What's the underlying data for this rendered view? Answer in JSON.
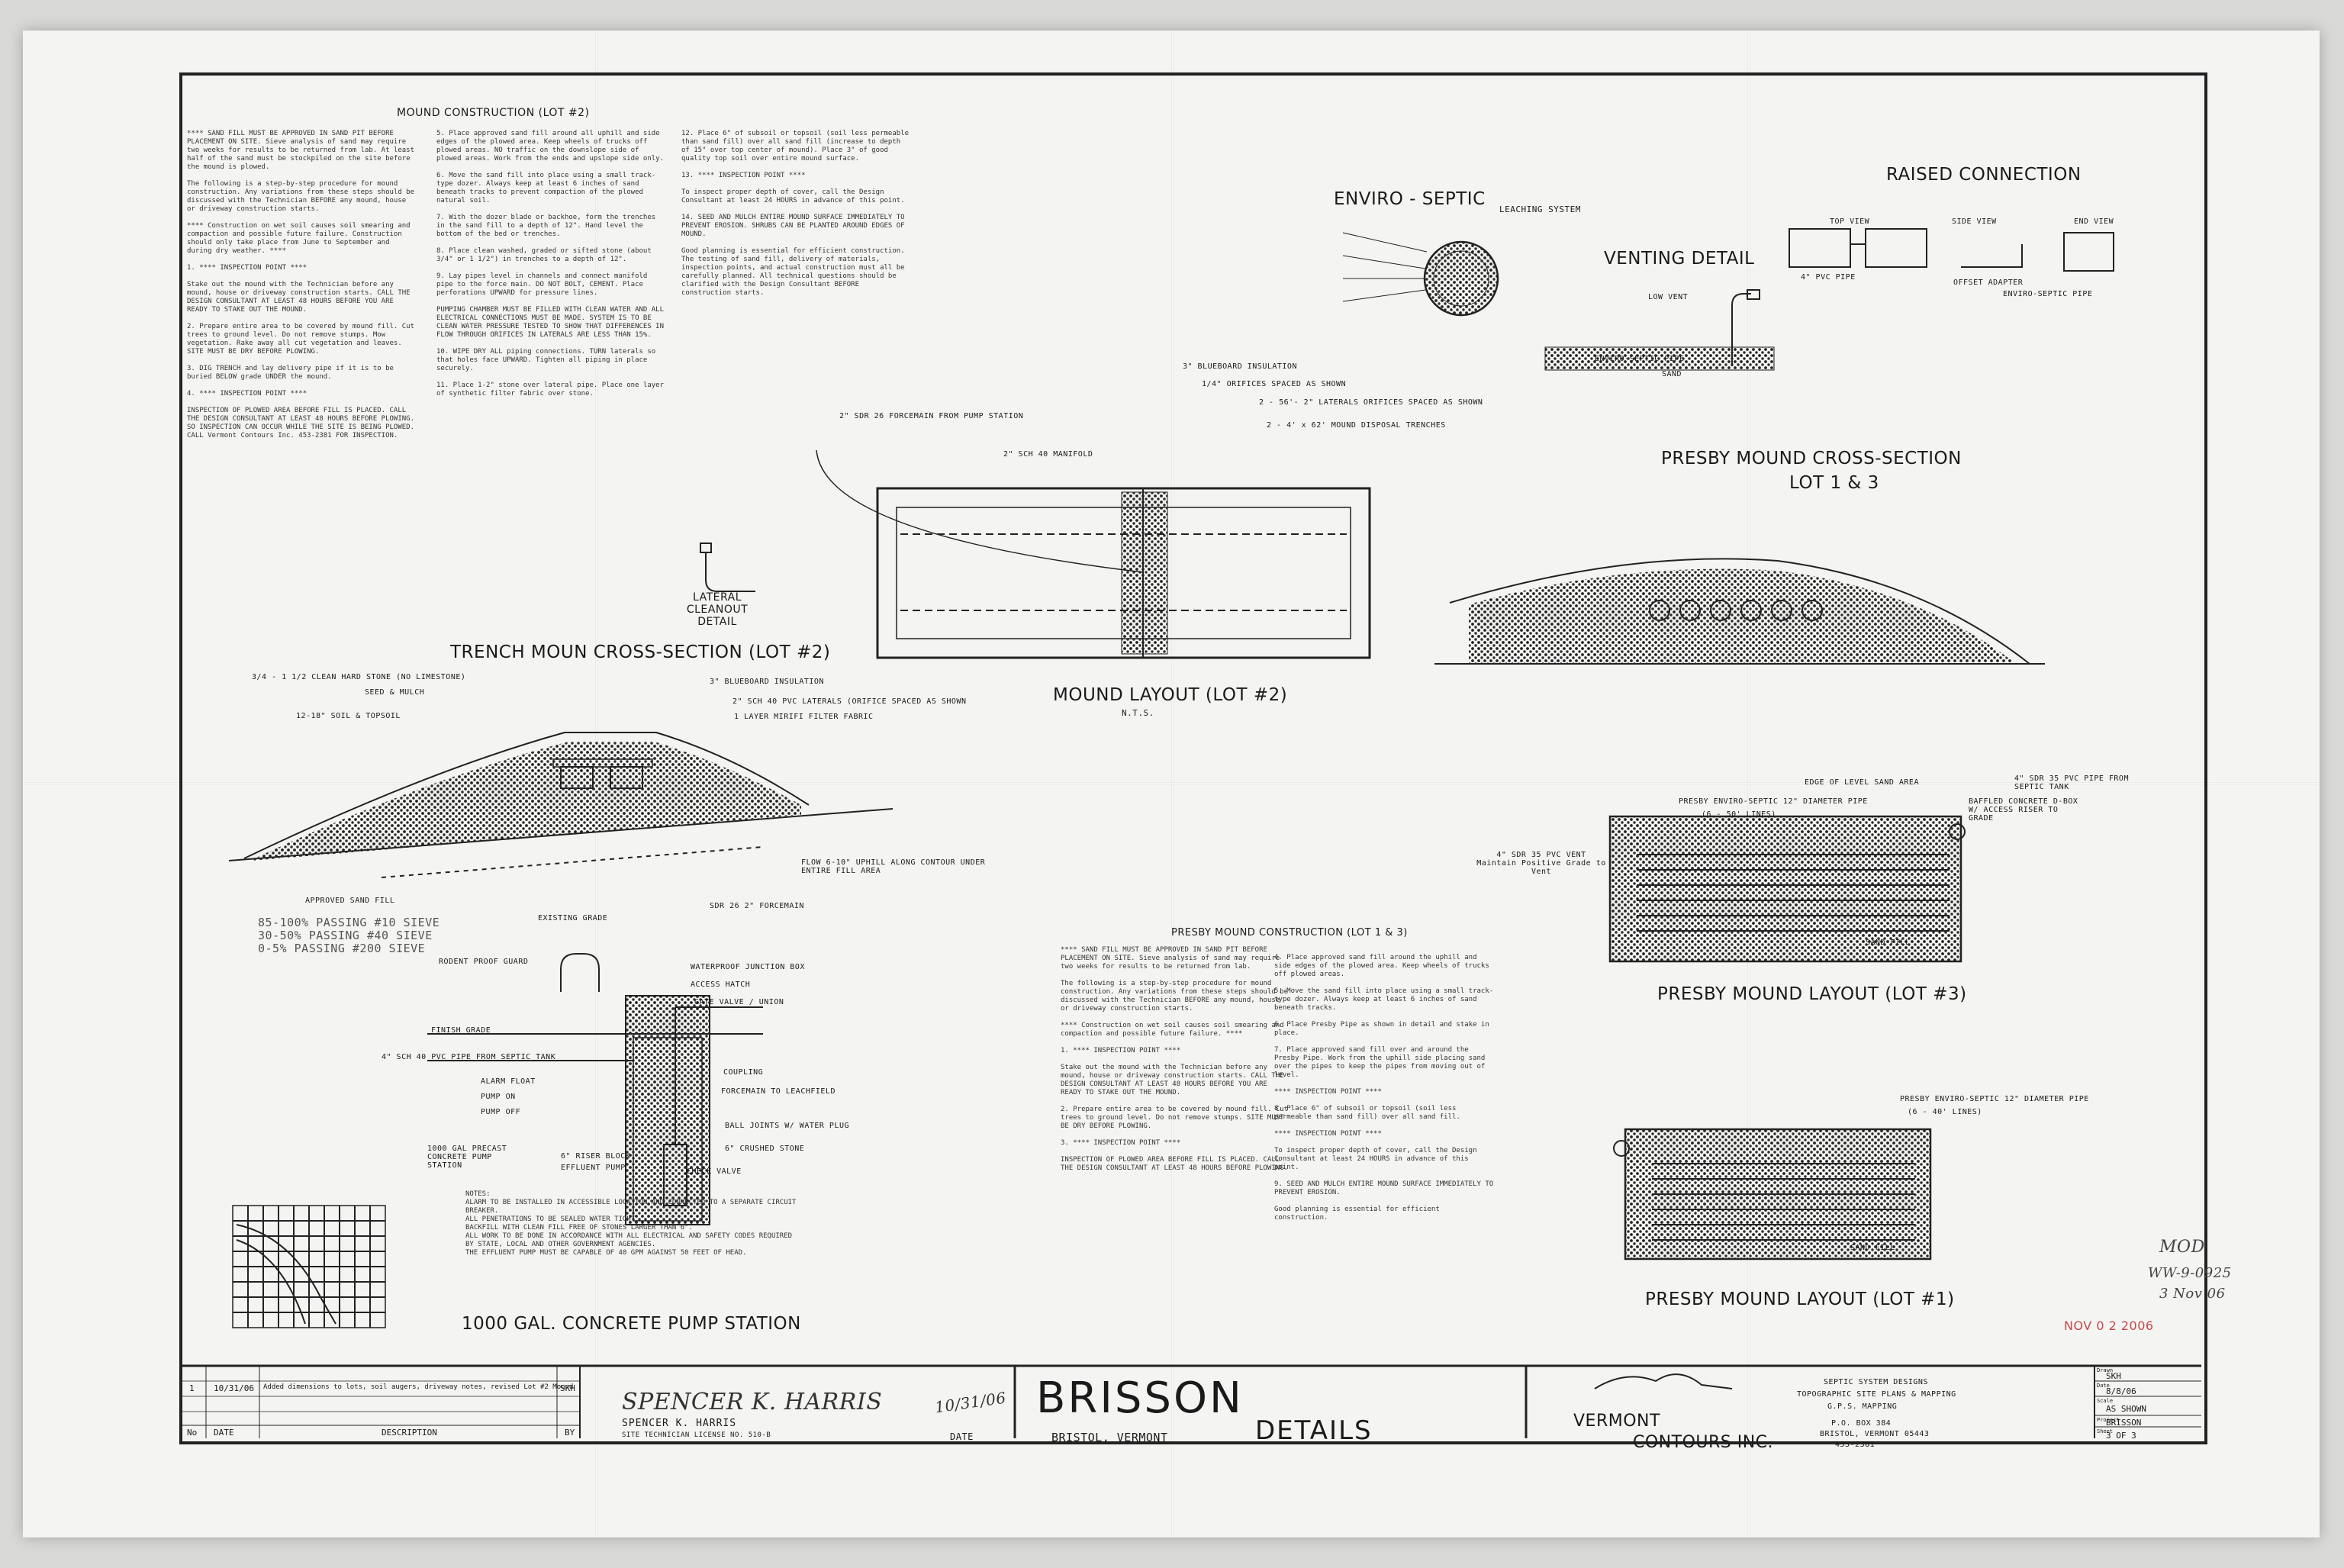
{
  "headings": {
    "mound_construction_lot2": "MOUND CONSTRUCTION (LOT #2)",
    "trench_cross_section": "TRENCH MOUN CROSS-SECTION (LOT #2)",
    "mound_layout_lot2": "MOUND LAYOUT (LOT #2)",
    "lateral_cleanout": "LATERAL CLEANOUT DETAIL",
    "enviro_septic": "ENVIRO - SEPTIC",
    "enviro_septic_sub": "LEACHING SYSTEM",
    "venting_detail": "VENTING DETAIL",
    "raised_connection": "RAISED CONNECTION",
    "presby_cross_section": "PRESBY MOUND CROSS-SECTION",
    "presby_cross_section_lot": "LOT 1 & 3",
    "presby_layout_lot3": "PRESBY MOUND LAYOUT (LOT #3)",
    "presby_layout_lot1": "PRESBY MOUND LAYOUT (LOT #1)",
    "presby_mound_construction": "PRESBY MOUND CONSTRUCTION (LOT 1 & 3)",
    "pump_station": "1000 GAL. CONCRETE PUMP STATION",
    "nts": "N.T.S."
  },
  "labels": {
    "clean_stone": "3/4 - 1 1/2 CLEAN HARD STONE (NO LIMESTONE)",
    "seed_mulch": "SEED & MULCH",
    "soil_topsoil": "12-18\" SOIL & TOPSOIL",
    "blueboard": "3\" BLUEBOARD INSULATION",
    "pvc_laterals": "2\" SCH 40 PVC LATERALS (ORIFICE SPACED AS SHOWN",
    "filter_fabric": "1 LAYER MIRIFI FILTER FABRIC",
    "flow": "FLOW 6-10\" UPHILL ALONG CONTOUR UNDER ENTIRE FILL AREA",
    "approved_sand": "APPROVED SAND FILL",
    "sieve1": "85-100% PASSING #10 SIEVE",
    "sieve2": "30-50% PASSING #40 SIEVE",
    "sieve3": "0-5% PASSING #200 SIEVE",
    "existing_grade": "EXISTING GRADE",
    "forcemain_2": "SDR 26 2\" FORCEMAIN",
    "forcemain_pump": "2\" SDR 26 FORCEMAIN FROM PUMP STATION",
    "manifold": "2\" SCH 40 MANIFOLD",
    "blueboard2": "3\" BLUEBOARD INSULATION",
    "orifices": "1/4\" ORIFICES SPACED AS SHOWN",
    "laterals_56": "2 - 56'- 2\" LATERALS ORIFICES SPACED AS SHOWN",
    "trenches": "2 - 4' x 62' MOUND DISPOSAL TRENCHES",
    "low_vent": "LOW VENT",
    "enviro_pipe": "ENVIRO-SEPTIC PIPE",
    "sand": "SAND",
    "top_view": "TOP VIEW",
    "side_view": "SIDE VIEW",
    "end_view": "END VIEW",
    "pvc_pipe_4": "4\" PVC PIPE",
    "offset_adapter": "OFFSET ADAPTER",
    "enviro_septic_pipe": "ENVIRO-SEPTIC PIPE",
    "sand_fill": "SAND FILL",
    "sch35_vent": "4\" SDR 35 PVC VENT Maintain Positive Grade to Vent",
    "sch35_pipe": "4\" SDR 35 PVC PIPE FROM SEPTIC TANK",
    "edge_level": "EDGE OF LEVEL SAND AREA",
    "baffled_dbox": "BAFFLED CONCRETE D-BOX W/ ACCESS RISER TO GRADE",
    "presby_pipe_12": "PRESBY ENVIRO-SEPTIC 12\" DIAMETER PIPE",
    "lines_6_50": "(6 - 50' LINES)",
    "lines_6_40": "(6 - 40' LINES)",
    "rodent_guard": "RODENT PROOF GUARD",
    "waterproof_box": "WATERPROOF JUNCTION BOX",
    "access_hatch": "ACCESS HATCH",
    "gate_valve": "GATE VALVE / UNION",
    "coupling": "COUPLING",
    "forcemain_leach": "FORCEMAIN TO LEACHFIELD",
    "finish_grade": "FINISH GRADE",
    "inlet_pipe": "4\" SCH 40 PVC PIPE FROM SEPTIC TANK",
    "alarm_float": "ALARM FLOAT",
    "pump_on": "PUMP ON",
    "pump_off": "PUMP OFF",
    "ball_joints": "BALL JOINTS W/ WATER PLUG",
    "crushed_stone": "6\" CRUSHED STONE",
    "check_valve": "CHECK VALVE",
    "riser_block": "6\" RISER BLOCK",
    "effluent_pump": "EFFLUENT PUMP",
    "precast_tank": "1000 GAL PRECAST CONCRETE PUMP STATION"
  },
  "paragraphs": {
    "lot2_col1": "**** SAND FILL MUST BE APPROVED IN SAND PIT BEFORE PLACEMENT ON SITE. Sieve analysis of sand may require two weeks for results to be returned from lab. At least half of the sand must be stockpiled on the site before the mound is plowed.\n\nThe following is a step-by-step procedure for mound construction. Any variations from these steps should be discussed with the Technician BEFORE any mound, house or driveway construction starts.\n\n**** Construction on wet soil causes soil smearing and compaction and possible future failure. Construction should only take place from June to September and during dry weather. ****\n\n1. **** INSPECTION POINT ****\n\nStake out the mound with the Technician before any mound, house or driveway construction starts. CALL THE DESIGN CONSULTANT AT LEAST 48 HOURS BEFORE YOU ARE READY TO STAKE OUT THE MOUND.\n\n2. Prepare entire area to be covered by mound fill. Cut trees to ground level. Do not remove stumps. Mow vegetation. Rake away all cut vegetation and leaves. SITE MUST BE DRY BEFORE PLOWING.\n\n3. DIG TRENCH and lay delivery pipe if it is to be buried BELOW grade UNDER the mound.\n\n4. **** INSPECTION POINT ****\n\nINSPECTION OF PLOWED AREA BEFORE FILL IS PLACED. CALL THE DESIGN CONSULTANT AT LEAST 48 HOURS BEFORE PLOWING. SO INSPECTION CAN OCCUR WHILE THE SITE IS BEING PLOWED. CALL Vermont Contours Inc. 453-2381 FOR INSPECTION.",
    "lot2_col2": "5. Place approved sand fill around all uphill and side edges of the plowed area. Keep wheels of trucks off plowed areas. NO traffic on the downslope side of plowed areas. Work from the ends and upslope side only.\n\n6. Move the sand fill into place using a small track-type dozer. Always keep at least 6 inches of sand beneath tracks to prevent compaction of the plowed natural soil.\n\n7. With the dozer blade or backhoe, form the trenches in the sand fill to a depth of 12\". Hand level the bottom of the bed or trenches.\n\n8. Place clean washed, graded or sifted stone (about 3/4\" or 1 1/2\") in trenches to a depth of 12\".\n\n9. Lay pipes level in channels and connect manifold pipe to the force main. DO NOT BOLT, CEMENT. Place perforations UPWARD for pressure lines.\n\nPUMPING CHAMBER MUST BE FILLED WITH CLEAN WATER AND ALL ELECTRICAL CONNECTIONS MUST BE MADE. SYSTEM IS TO BE CLEAN WATER PRESSURE TESTED TO SHOW THAT DIFFERENCES IN FLOW THROUGH ORIFICES IN LATERALS ARE LESS THAN 15%.\n\n10. WIPE DRY ALL piping connections. TURN laterals so that holes face UPWARD. Tighten all piping in place securely.\n\n11. Place 1-2\" stone over lateral pipe. Place one layer of synthetic filter fabric over stone.",
    "lot2_col3": "12. Place 6\" of subsoil or topsoil (soil less permeable than sand fill) over all sand fill (increase to depth of 15\" over top center of mound). Place 3\" of good quality top soil over entire mound surface.\n\n13. **** INSPECTION POINT ****\n\nTo inspect proper depth of cover, call the Design Consultant at least 24 HOURS in advance of this point.\n\n14. SEED AND MULCH ENTIRE MOUND SURFACE IMMEDIATELY TO PREVENT EROSION. SHRUBS CAN BE PLANTED AROUND EDGES OF MOUND.\n\nGood planning is essential for efficient construction. The testing of sand fill, delivery of materials, inspection points, and actual construction must all be carefully planned. All technical questions should be clarified with the Design Consultant BEFORE construction starts.",
    "presby_col1": "**** SAND FILL MUST BE APPROVED IN SAND PIT BEFORE PLACEMENT ON SITE. Sieve analysis of sand may require two weeks for results to be returned from lab.\n\nThe following is a step-by-step procedure for mound construction. Any variations from these steps should be discussed with the Technician BEFORE any mound, house or driveway construction starts.\n\n**** Construction on wet soil causes soil smearing and compaction and possible future failure. ****\n\n1. **** INSPECTION POINT ****\n\nStake out the mound with the Technician before any mound, house or driveway construction starts. CALL THE DESIGN CONSULTANT AT LEAST 48 HOURS BEFORE YOU ARE READY TO STAKE OUT THE MOUND.\n\n2. Prepare entire area to be covered by mound fill. Cut trees to ground level. Do not remove stumps. SITE MUST BE DRY BEFORE PLOWING.\n\n3. **** INSPECTION POINT ****\n\nINSPECTION OF PLOWED AREA BEFORE FILL IS PLACED. CALL THE DESIGN CONSULTANT AT LEAST 48 HOURS BEFORE PLOWING.",
    "presby_col2": "4. Place approved sand fill around the uphill and side edges of the plowed area. Keep wheels of trucks off plowed areas.\n\n5. Move the sand fill into place using a small track-type dozer. Always keep at least 6 inches of sand beneath tracks.\n\n6. Place Presby Pipe as shown in detail and stake in place.\n\n7. Place approved sand fill over and around the Presby Pipe. Work from the uphill side placing sand over the pipes to keep the pipes from moving out of level.\n\n**** INSPECTION POINT ****\n\n8. Place 6\" of subsoil or topsoil (soil less permeable than sand fill) over all sand fill.\n\n**** INSPECTION POINT ****\n\nTo inspect proper depth of cover, call the Design Consultant at least 24 HOURS in advance of this point.\n\n9. SEED AND MULCH ENTIRE MOUND SURFACE IMMEDIATELY TO PREVENT EROSION.\n\nGood planning is essential for efficient construction.",
    "pump_notes": "NOTES:\nALARM TO BE INSTALLED IN ACCESSIBLE LOCATION AND CONNECTED TO A SEPARATE CIRCUIT BREAKER.\nALL PENETRATIONS TO BE SEALED WATER TIGHT.\nBACKFILL WITH CLEAN FILL FREE OF STONES LARGER THAN 6\".\nALL WORK TO BE DONE IN ACCORDANCE WITH ALL ELECTRICAL AND SAFETY CODES REQUIRED BY STATE, LOCAL AND OTHER GOVERNMENT AGENCIES.\nTHE EFFLUENT PUMP MUST BE CAPABLE OF 40 GPM AGAINST 50 FEET OF HEAD."
  },
  "title_block": {
    "rev_no": "1",
    "rev_date": "10/31/06",
    "rev_desc": "Added dimensions to lots, soil augers, driveway notes, revised Lot #2 Mound",
    "rev_by": "SKH",
    "col_no": "No",
    "col_date": "DATE",
    "col_desc": "DESCRIPTION",
    "col_by": "BY",
    "technician": "SPENCER K. HARRIS",
    "license": "SITE TECHNICIAN LICENSE NO. 510-B",
    "sign_date": "10/31/06",
    "date_label": "DATE",
    "client": "BRISSON",
    "location": "BRISTOL, VERMONT",
    "sheet_title": "DETAILS",
    "company_line1": "VERMONT",
    "company_line2": "CONTOURS INC.",
    "services1": "SEPTIC SYSTEM DESIGNS",
    "services2": "TOPOGRAPHIC SITE PLANS & MAPPING",
    "services3": "G.P.S. MAPPING",
    "address1": "P.O. BOX 384",
    "address2": "BRISTOL, VERMONT 05443",
    "phone": "453-2381",
    "drawn_label": "Drawn",
    "drawn": "SKH",
    "date_field_label": "Date",
    "date": "8/8/06",
    "scale_label": "Scale",
    "scale": "AS SHOWN",
    "project_label": "Project",
    "project": "BRISSON",
    "sheet_label": "Sheet",
    "sheet": "3 OF 3"
  },
  "stamps": {
    "received": "NOV 0 2 2006",
    "handwritten1": "MOD",
    "handwritten2": "WW-9-0925",
    "handwritten3": "3 Nov 06"
  },
  "colors": {
    "paper": "#f4f4f2",
    "ink": "#1a1a1a",
    "stamp": "#c24a4a"
  }
}
